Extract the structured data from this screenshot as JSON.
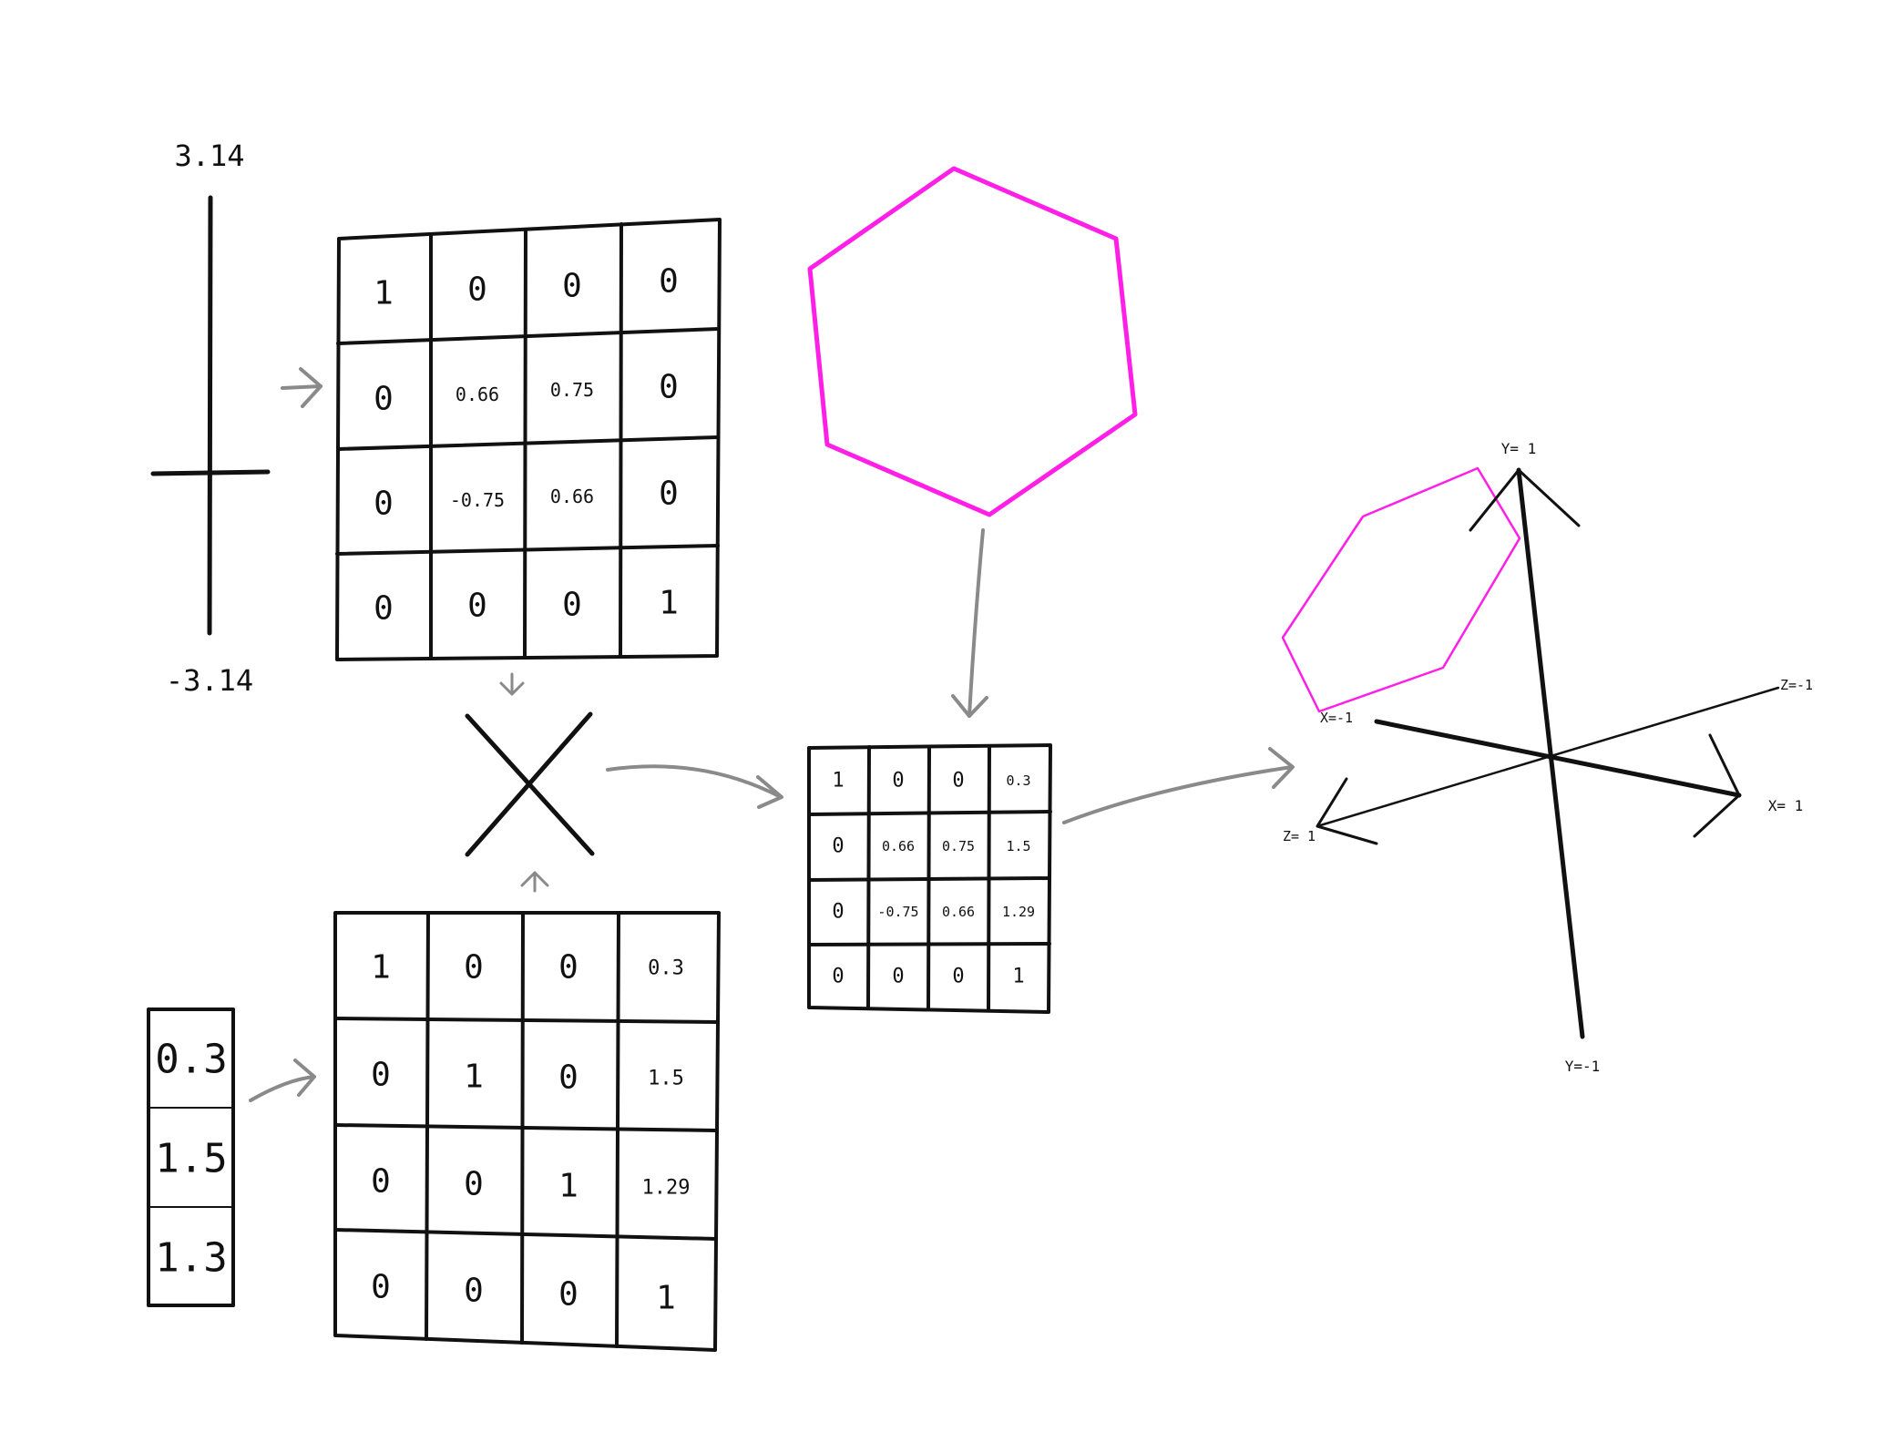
{
  "slider": {
    "max_label": "3.14",
    "min_label": "-3.14"
  },
  "rotation_matrix": [
    [
      "1",
      "0",
      "0",
      "0"
    ],
    [
      "0",
      "0.66",
      "0.75",
      "0"
    ],
    [
      "0",
      "-0.75",
      "0.66",
      "0"
    ],
    [
      "0",
      "0",
      "0",
      "1"
    ]
  ],
  "translation_vector": [
    "0.3",
    "1.5",
    "1.3"
  ],
  "translation_matrix": [
    [
      "1",
      "0",
      "0",
      "0.3"
    ],
    [
      "0",
      "1",
      "0",
      "1.5"
    ],
    [
      "0",
      "0",
      "1",
      "1.29"
    ],
    [
      "0",
      "0",
      "0",
      "1"
    ]
  ],
  "result_matrix": [
    [
      "1",
      "0",
      "0",
      "0.3"
    ],
    [
      "0",
      "0.66",
      "0.75",
      "1.5"
    ],
    [
      "0",
      "-0.75",
      "0.66",
      "1.29"
    ],
    [
      "0",
      "0",
      "0",
      "1"
    ]
  ],
  "axes": {
    "y_pos": "Y= 1",
    "y_neg": "Y=-1",
    "x_pos": "X= 1",
    "x_neg": "X=-1",
    "z_pos": "Z= 1",
    "z_neg": "Z=-1"
  },
  "colors": {
    "ink": "#111111",
    "arrow": "#8a8a8a",
    "hexagon": "#ff1fe6"
  }
}
